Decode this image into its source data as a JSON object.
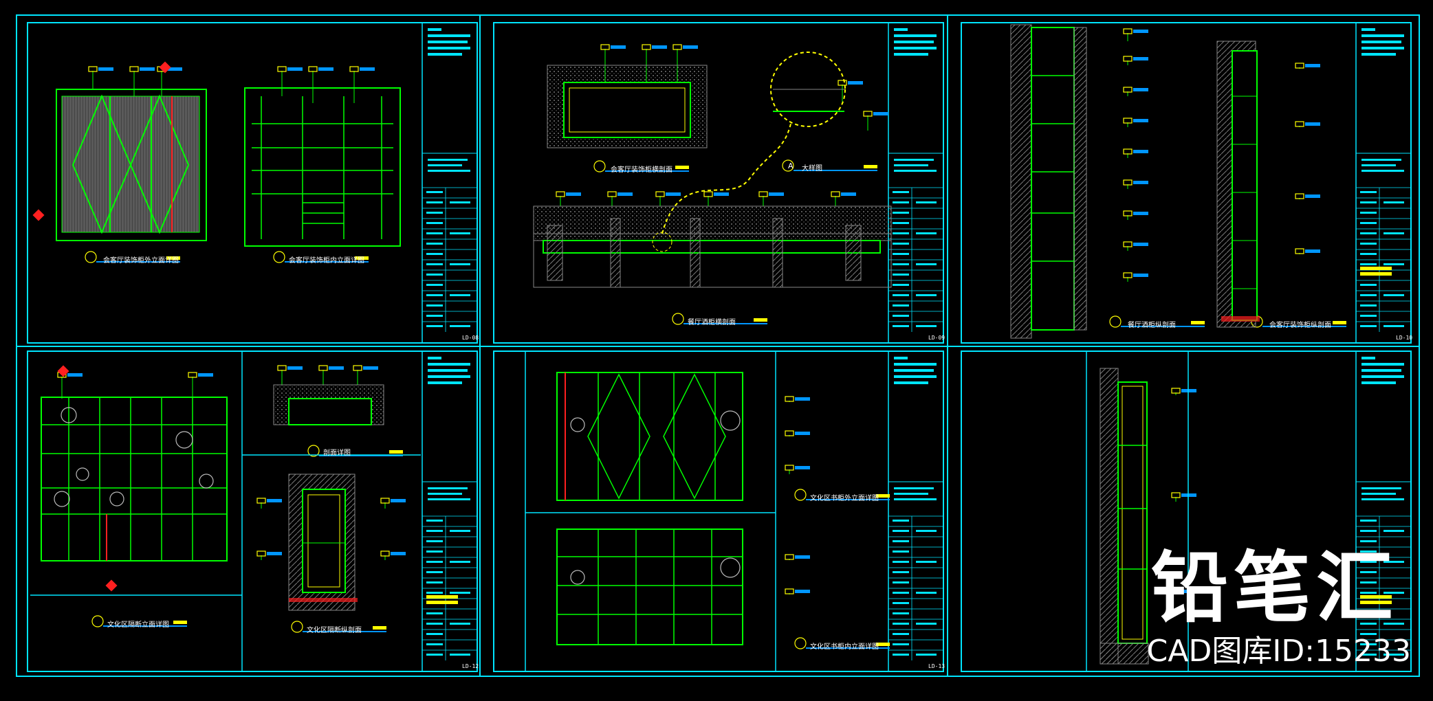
{
  "sheets": [
    {
      "id": "s1",
      "labels": [
        "会客厅装饰柜外立面详图",
        "会客厅装饰柜内立面详图"
      ],
      "sheet_no": "LD-08"
    },
    {
      "id": "s2",
      "labels": [
        "会客厅装饰柜横剖面",
        "大样图",
        "餐厅酒柜横剖面"
      ],
      "sheet_no": "LD-09"
    },
    {
      "id": "s3",
      "labels": [
        "餐厅酒柜纵剖面",
        "会客厅装饰柜纵剖面"
      ],
      "sheet_no": "LD-10"
    },
    {
      "id": "s4",
      "labels": [
        "剖面详图",
        "文化区隔断立面详图",
        "文化区隔断纵剖面"
      ],
      "sheet_no": "LD-12"
    },
    {
      "id": "s5",
      "labels": [
        "文化区书柜外立面详图",
        "文化区书柜内立面详图"
      ],
      "sheet_no": "LD-13"
    },
    {
      "id": "s6",
      "labels": [],
      "sheet_no": ""
    }
  ],
  "detail_marker": "A",
  "watermark": {
    "brand": "铅笔汇",
    "id_text": "CAD图库ID:15233"
  },
  "colors": {
    "border": "#00e5ff",
    "linework": "#00ff00",
    "dims": "#0096ff",
    "annotation": "#ffff00",
    "accent": "#ff2020"
  }
}
